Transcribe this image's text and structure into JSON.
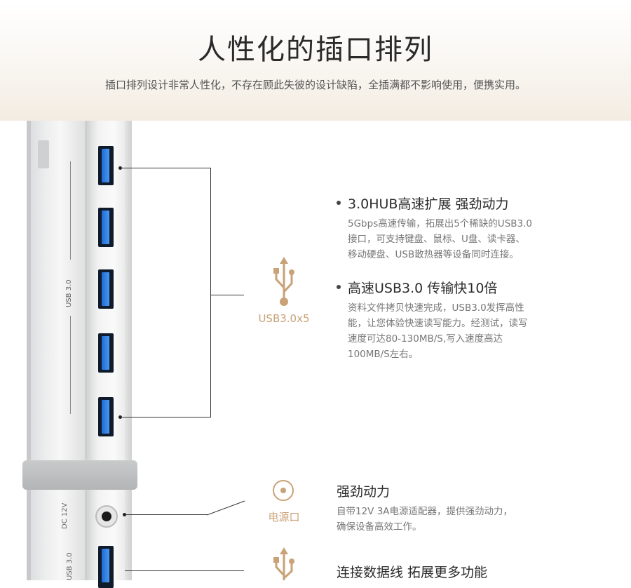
{
  "header": {
    "title": "人性化的插口排列",
    "subtitle": "插口排列设计非常人性化，不存在顾此失彼的设计缺陷，全插满都不影响使用，便携实用。"
  },
  "device": {
    "usb_label_top": "USB 3.0",
    "dc_label": "DC 12V",
    "usb_label_bottom": "USB 3.0"
  },
  "icons": {
    "usb_icon_top": "usb-icon",
    "usb_label": "USB3.0x5",
    "power_icon": "power-port-icon",
    "power_label": "电源口",
    "usb_icon_bottom": "usb-icon"
  },
  "colors": {
    "accent": "#c9a277",
    "port_blue": "#2f7fe3"
  },
  "features": [
    {
      "title": "3.0HUB高速扩展 强劲动力",
      "lines": [
        "5Gbps高速传输，拓展出5个稀缺的USB3.0",
        "接口，可支持键盘、鼠标、U盘、读卡器、",
        "移动硬盘、USB散热器等设备同时连接。"
      ]
    },
    {
      "title": "高速USB3.0 传输快10倍",
      "lines": [
        "资料文件拷贝快速完成，USB3.0发挥高性",
        "能，让您体验快速读写能力。经测试，读写",
        "速度可达80-130MB/S,写入速度高达",
        "100MB/S左右。"
      ]
    },
    {
      "title": "强劲动力",
      "lines": [
        "自带12V 3A电源适配器，提供强劲动力，",
        "确保设备高效工作。"
      ]
    },
    {
      "title": "连接数据线 拓展更多功能",
      "lines": []
    }
  ]
}
